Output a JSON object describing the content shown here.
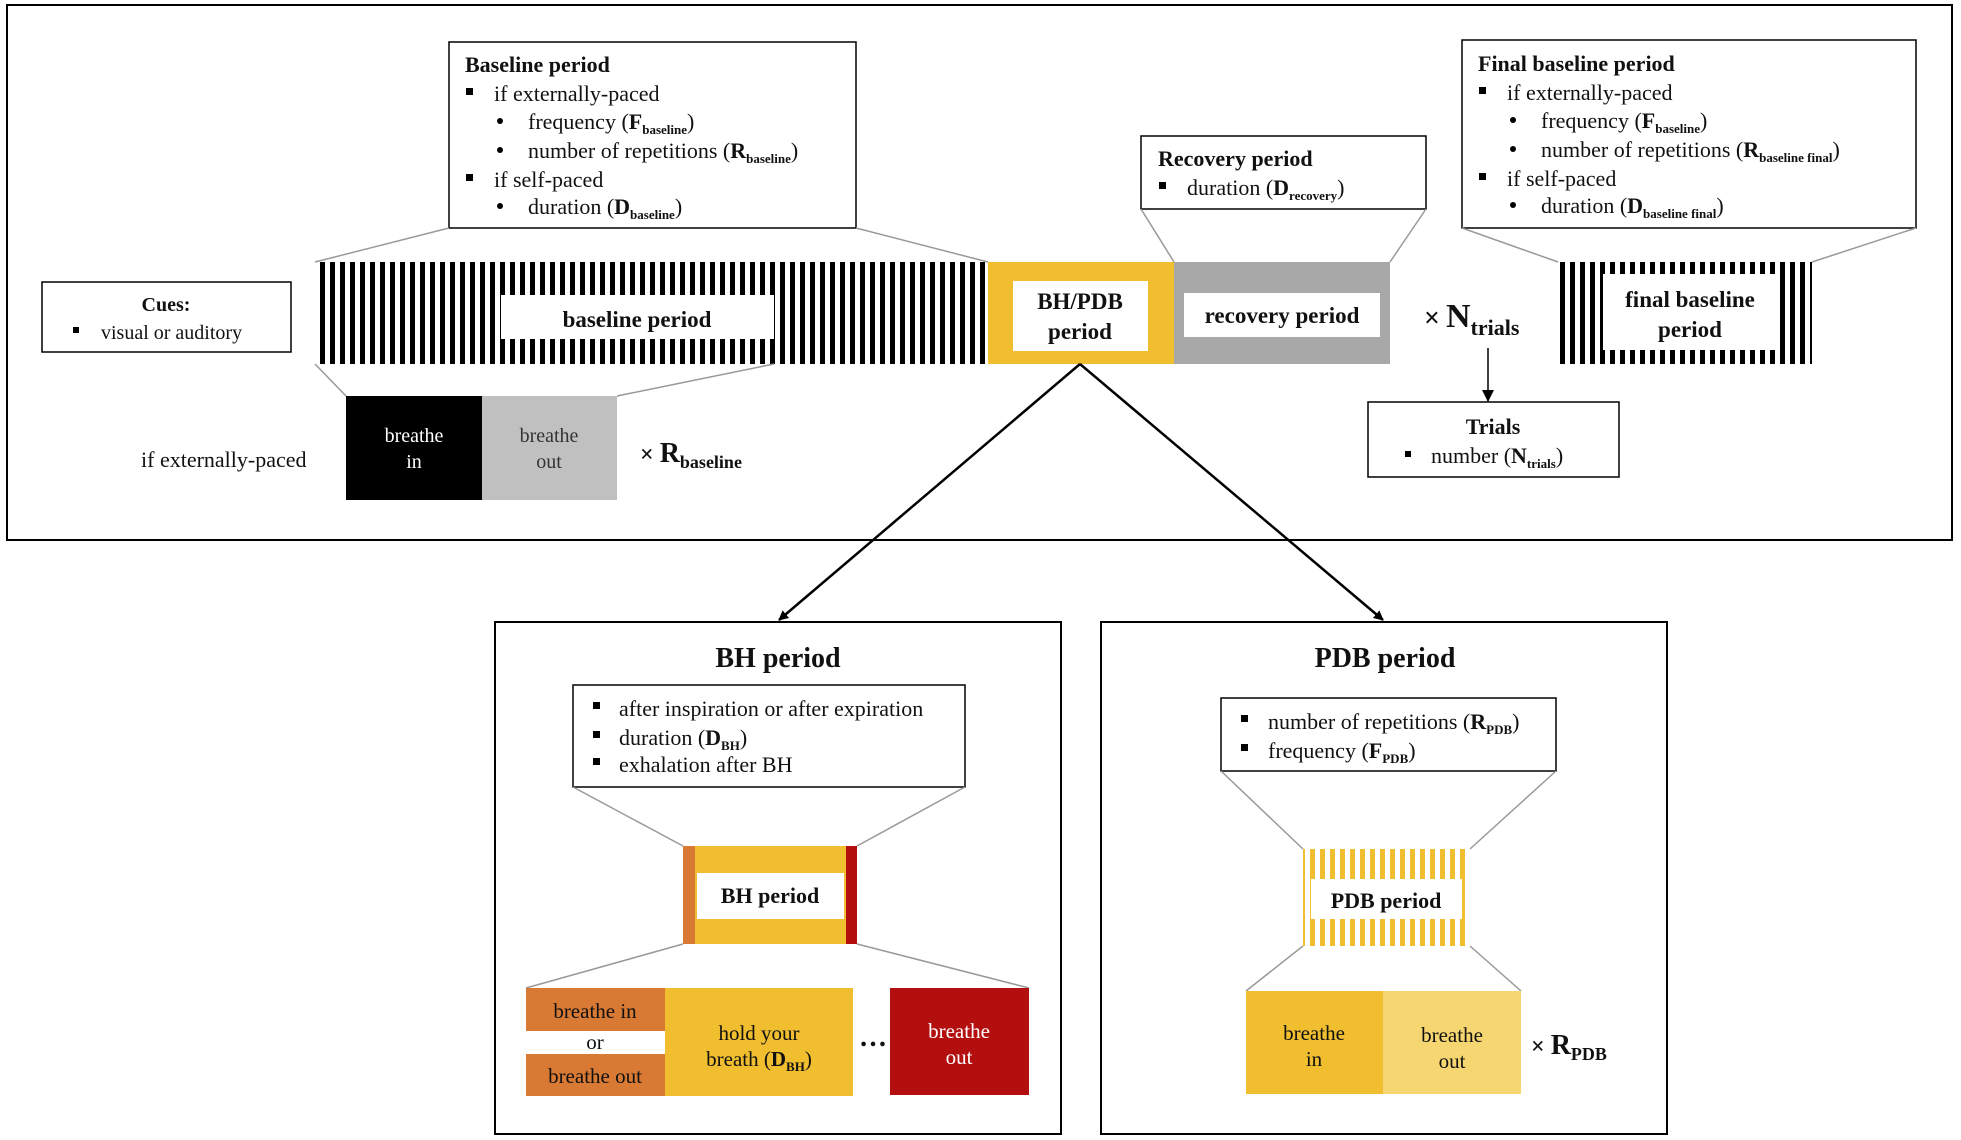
{
  "baseline_info": {
    "title": "Baseline period",
    "l1": "if externally-paced",
    "l2": "frequency (",
    "l2_sym": "F",
    "l2_sub": "baseline",
    "l2_end": ")",
    "l3": "number of repetitions (",
    "l3_sym": "R",
    "l3_sub": "baseline",
    "l3_end": ")",
    "l4": "if self-paced",
    "l5": "duration (",
    "l5_sym": "D",
    "l5_sub": "baseline",
    "l5_end": ")"
  },
  "recovery_info": {
    "title": "Recovery period",
    "l1": "duration (",
    "l1_sym": "D",
    "l1_sub": "recovery",
    "l1_end": ")"
  },
  "final_info": {
    "title": "Final baseline period",
    "l1": "if externally-paced",
    "l2": "frequency (",
    "l2_sym": "F",
    "l2_sub": "baseline",
    "l2_end": ")",
    "l3": "number of repetitions (",
    "l3_sym": "R",
    "l3_sub": "baseline final",
    "l3_end": ")",
    "l4": "if self-paced",
    "l5": "duration (",
    "l5_sym": "D",
    "l5_sub": "baseline final",
    "l5_end": ")"
  },
  "cues": {
    "title": "Cues:",
    "item": "visual or auditory"
  },
  "timeline": {
    "baseline_label": "baseline period",
    "bhpdb_line1": "BH/PDB",
    "bhpdb_line2": "period",
    "recovery_label": "recovery period",
    "times": "×",
    "ntrials_sym": "N",
    "ntrials_sub": "trials",
    "final_line1": "final baseline",
    "final_line2": "period"
  },
  "trials_info": {
    "title": "Trials",
    "item": "number (",
    "sym": "N",
    "sub": "trials",
    "end": ")"
  },
  "paced": {
    "label": "if externally-paced",
    "in_line1": "breathe",
    "in_line2": "in",
    "out_line1": "breathe",
    "out_line2": "out",
    "times": "×",
    "rep_sym": "R",
    "rep_sub": "baseline"
  },
  "bh_panel": {
    "title": "BH period",
    "l1": "after inspiration or after expiration",
    "l2": "duration (",
    "l2_sym": "D",
    "l2_sub": "BH",
    "l2_end": ")",
    "l3": "exhalation after BH",
    "bar_label": "BH period",
    "in_label": "breathe in",
    "or_label": "or",
    "out_label": "breathe out",
    "hold_line1": "hold your",
    "hold_line2": "breath (",
    "hold_sym": "D",
    "hold_sub": "BH",
    "hold_end": ")",
    "ellipsis": "…",
    "exhale_line1": "breathe",
    "exhale_line2": "out"
  },
  "pdb_panel": {
    "title": "PDB period",
    "l1": "number of repetitions (",
    "l1_sym": "R",
    "l1_sub": "PDB",
    "l1_end": ")",
    "l2": "frequency (",
    "l2_sym": "F",
    "l2_sub": "PDB",
    "l2_end": ")",
    "bar_label": "PDB period",
    "in_line1": "breathe",
    "in_line2": "in",
    "out_line1": "breathe",
    "out_line2": "out",
    "times": "×",
    "rep_sym": "R",
    "rep_sub": "PDB"
  },
  "colors": {
    "yellow": "#f0be2f",
    "light_yellow": "#f6d670",
    "orange": "#d97a34",
    "dark_red": "#b30f0f",
    "gray": "#a8a8a8",
    "light_gray": "#c0c0c0",
    "black": "#000000"
  }
}
